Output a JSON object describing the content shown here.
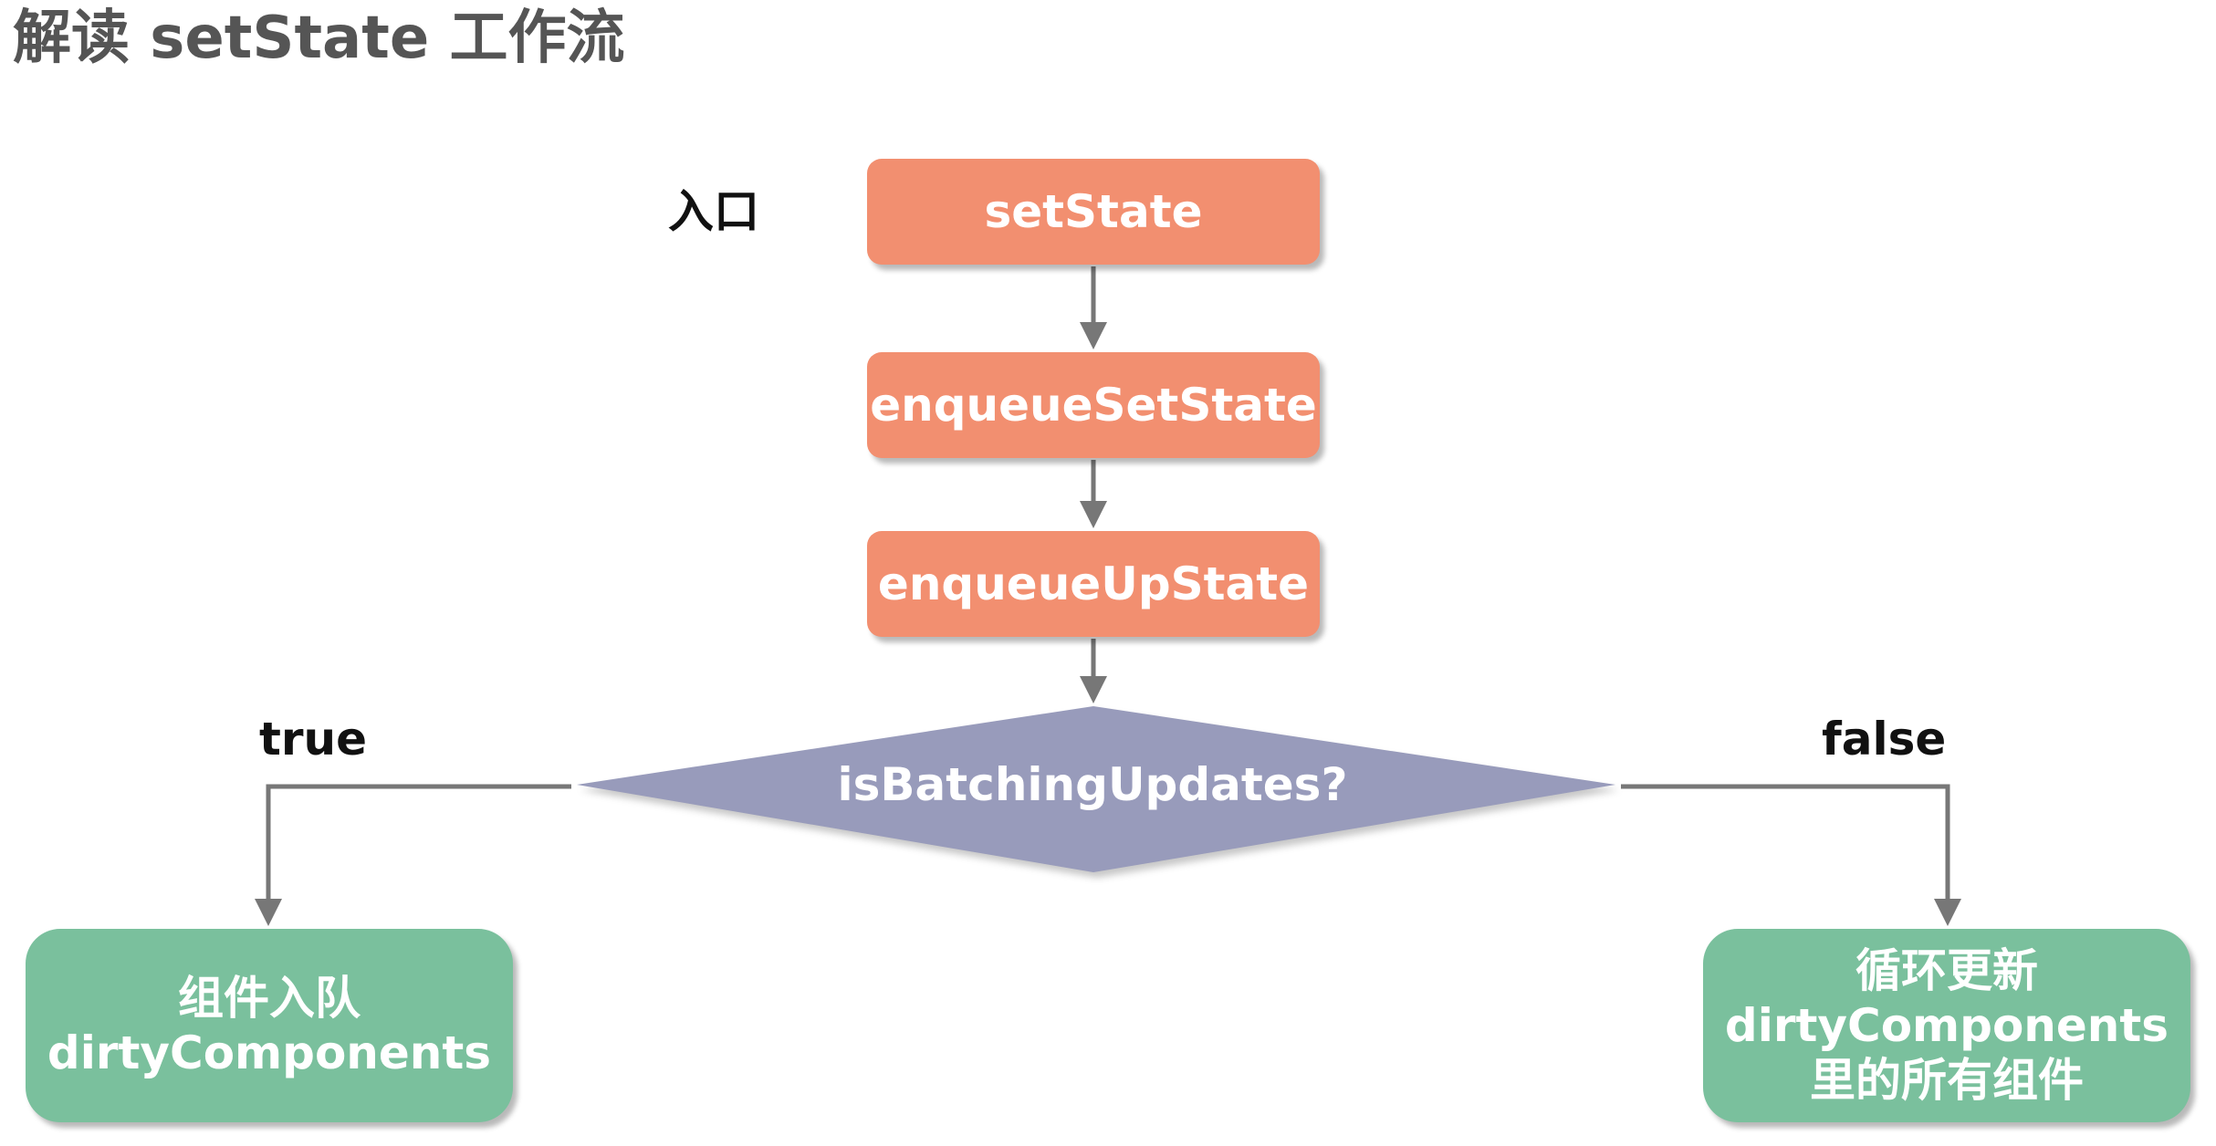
{
  "title": "解读 setState 工作流",
  "labels": {
    "entry": "入口",
    "true_branch": "true",
    "false_branch": "false"
  },
  "nodes": {
    "set_state": "setState",
    "enqueue_set_state": "enqueueSetState",
    "enqueue_up_state": "enqueueUpState",
    "decision": "isBatchingUpdates?",
    "left_result": {
      "line1": "组件入队",
      "line2": "dirtyComponents"
    },
    "right_result": {
      "line1": "循环更新",
      "line2": "dirtyComponents",
      "line3": "里的所有组件"
    }
  },
  "colors": {
    "process": "#f28f70",
    "decision": "#989bbb",
    "result": "#7ac09d",
    "connector": "#777777"
  }
}
